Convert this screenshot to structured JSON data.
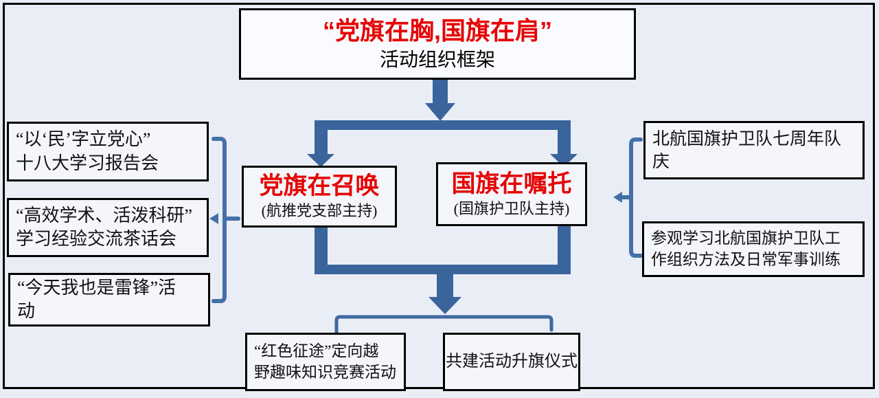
{
  "diagram": {
    "title": {
      "line1": "“党旗在胸,国旗在肩”",
      "line2": "活动组织框架"
    },
    "branches": {
      "left": {
        "heading": "党旗在召唤",
        "subheading": "(航推党支部主持)"
      },
      "right": {
        "heading": "国旗在嘱托",
        "subheading": "(国旗护卫队主持)"
      }
    },
    "left_activities": [
      {
        "label": "“以‘民’字立党心”\n十八大学习报告会"
      },
      {
        "label": "“高效学术、活泼科研”\n学习经验交流茶话会"
      },
      {
        "label": "“今天我也是雷锋”活\n动"
      }
    ],
    "right_activities": [
      {
        "label": "北航国旗护卫队七周年队庆"
      },
      {
        "label": "参观学习北航国旗护卫队工\n作组织方法及日常军事训练"
      }
    ],
    "joint_activities": [
      {
        "label": "“红色征途”定向越\n野趣味知识竞赛活动"
      },
      {
        "label": "共建活动升旗仪式"
      }
    ],
    "colors": {
      "accent_red": "#E60404",
      "connector_blue": "#3A659C",
      "bracket_blue": "#4470A6",
      "background": "#E9EDF6",
      "box_fill": "#F4F6FB",
      "border_black": "#000000"
    }
  }
}
